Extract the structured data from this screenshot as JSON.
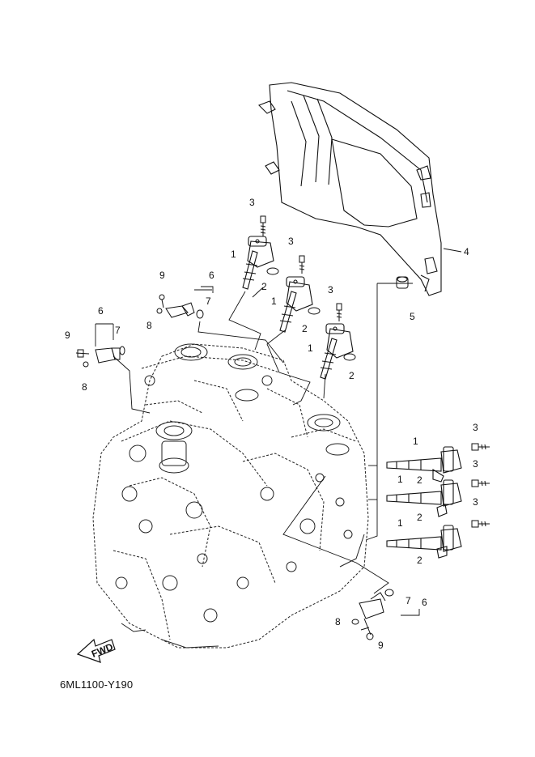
{
  "diagram_code": "6ML1100-Y190",
  "fwd_label": "FWD",
  "callouts": {
    "c1": "1",
    "c2": "2",
    "c3": "3",
    "c4": "4",
    "c5": "5",
    "c6": "6",
    "c7": "7",
    "c8": "8",
    "c9": "9"
  },
  "colors": {
    "line": "#111111",
    "engine": "#222222",
    "background": "#ffffff"
  }
}
